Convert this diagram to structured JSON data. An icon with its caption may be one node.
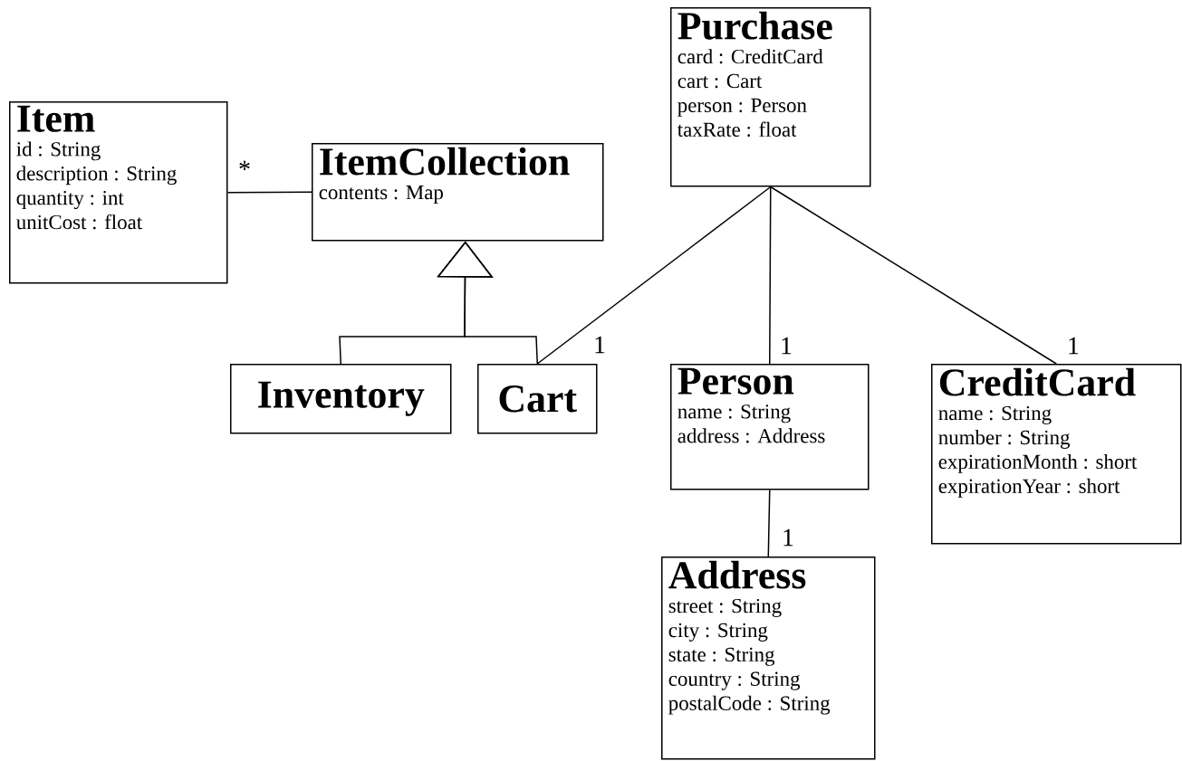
{
  "diagram": {
    "nodes": [
      {
        "text": [
          "Item",
          "id : String",
          "description : String",
          "quantity : int",
          "unitCost : float"
        ]
      },
      {
        "text": [
          "ItemCollection",
          "contents : Map"
        ]
      },
      {
        "text": [
          "Purchase",
          "card : CreditCard",
          "cart : Cart",
          "person : Person",
          "taxRate : float"
        ]
      },
      {
        "text": [
          "Inventory"
        ]
      },
      {
        "text": [
          "Cart"
        ]
      },
      {
        "text": [
          "Person",
          "name : String",
          "address : Address"
        ]
      },
      {
        "text": [
          "CreditCard",
          "name : String",
          "number : String",
          "expirationMonth : short",
          "expirationYear : short"
        ]
      },
      {
        "text": [
          "Address",
          "street : String",
          "city : String",
          "state : String",
          "country : String",
          "postalCode : String"
        ]
      }
    ],
    "edges": [
      {
        "from": 0,
        "to": 1,
        "arrow": "none",
        "label": "*"
      },
      {
        "from": 3,
        "to": 1,
        "arrow": "to"
      },
      {
        "from": 4,
        "to": 1,
        "arrow": "to"
      },
      {
        "from": 2,
        "to": 4,
        "arrow": "none",
        "label": "1"
      },
      {
        "from": 2,
        "to": 5,
        "arrow": "none",
        "label": "1"
      },
      {
        "from": 2,
        "to": 6,
        "arrow": "none",
        "label": "1"
      },
      {
        "from": 5,
        "to": 7,
        "arrow": "none",
        "label": "1"
      }
    ]
  }
}
